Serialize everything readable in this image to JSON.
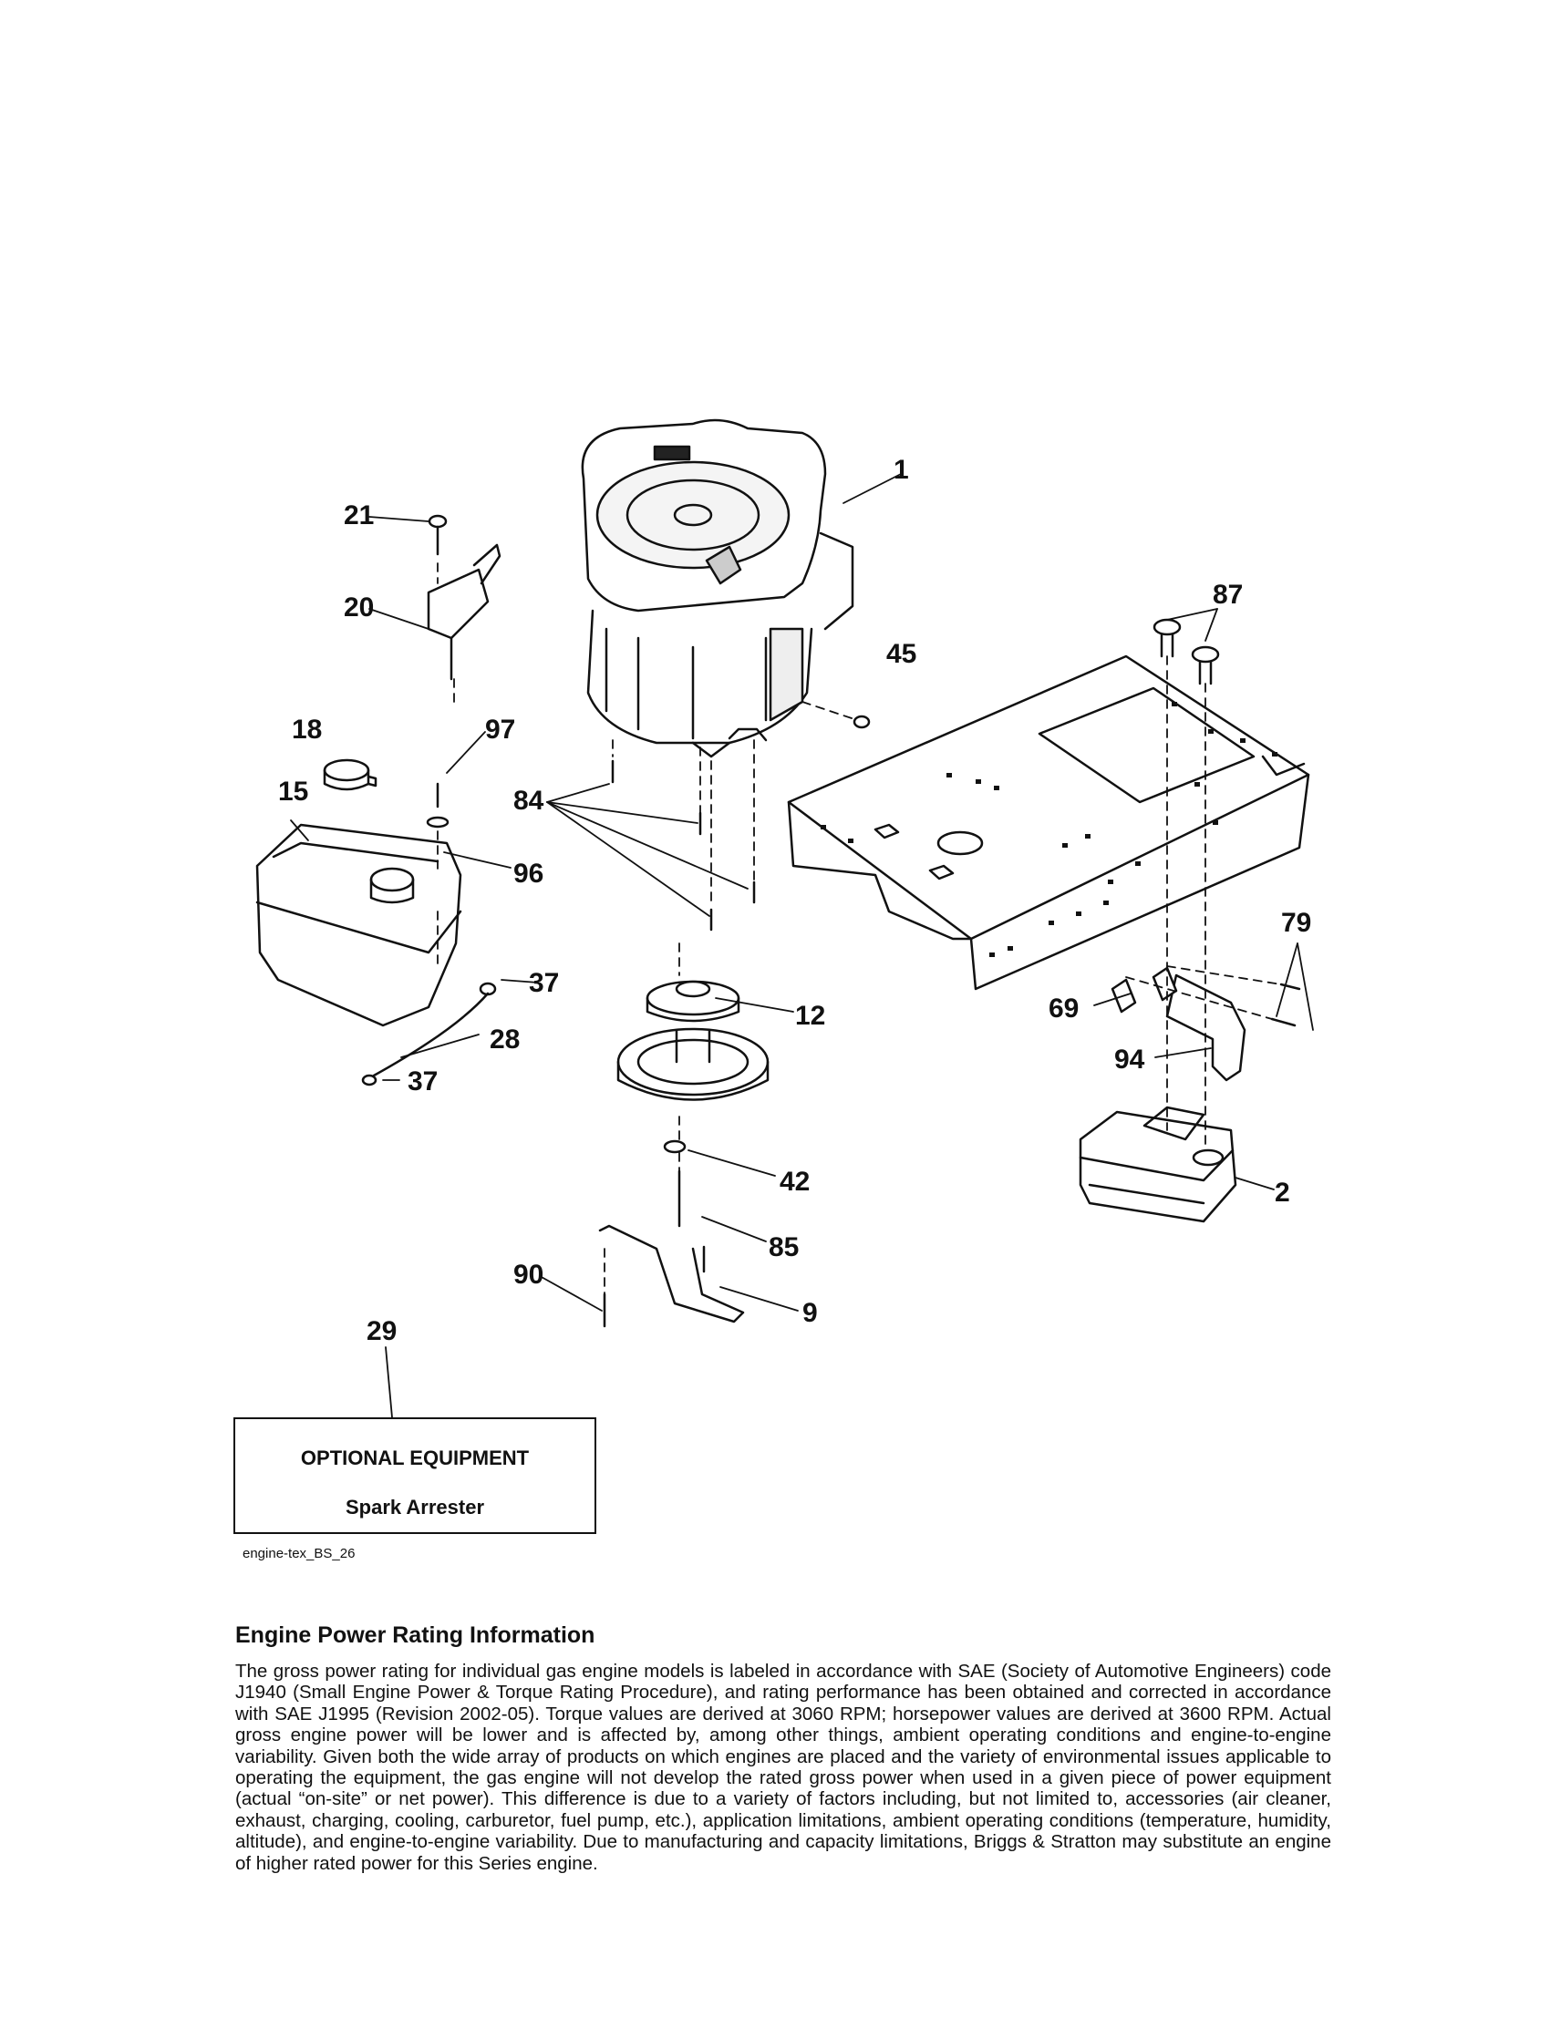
{
  "labels": {
    "p1": "1",
    "p2": "2",
    "p9": "9",
    "p12": "12",
    "p15": "15",
    "p18": "18",
    "p20": "20",
    "p21": "21",
    "p28": "28",
    "p29": "29",
    "p37a": "37",
    "p37b": "37",
    "p42": "42",
    "p45": "45",
    "p69": "69",
    "p79": "79",
    "p84": "84",
    "p85": "85",
    "p87": "87",
    "p90": "90",
    "p94": "94",
    "p96": "96",
    "p97": "97"
  },
  "optional_equipment": {
    "title": "OPTIONAL EQUIPMENT",
    "item": "Spark Arrester"
  },
  "figure_code": "engine-tex_BS_26",
  "info": {
    "title": "Engine Power Rating Information",
    "body": "The gross power rating for individual gas engine models is labeled in accordance with SAE (Society of Automotive Engineers) code J1940 (Small Engine Power & Torque Rating Procedure), and rating performance has been obtained and corrected in accordance with SAE J1995 (Revision 2002-05). Torque values are derived at 3060 RPM; horsepower values are derived at 3600 RPM. Actual gross engine power will be lower and is affected by, among other things, ambient operating conditions and engine-to-engine variability. Given both the wide array of products on which engines are placed and the variety of environmental issues applicable to operating the equipment, the gas engine will not develop the rated gross power when used in a given piece of power equipment (actual “on-site” or net power). This difference is due to a variety of factors including, but not limited to, accessories (air cleaner, exhaust, charging, cooling, carburetor, fuel pump, etc.), application limitations, ambient operating conditions (temperature, humidity, altitude), and engine-to-engine variability. Due to manufacturing and capacity limitations, Briggs & Stratton may substitute an engine of higher rated power for this Series engine."
  }
}
